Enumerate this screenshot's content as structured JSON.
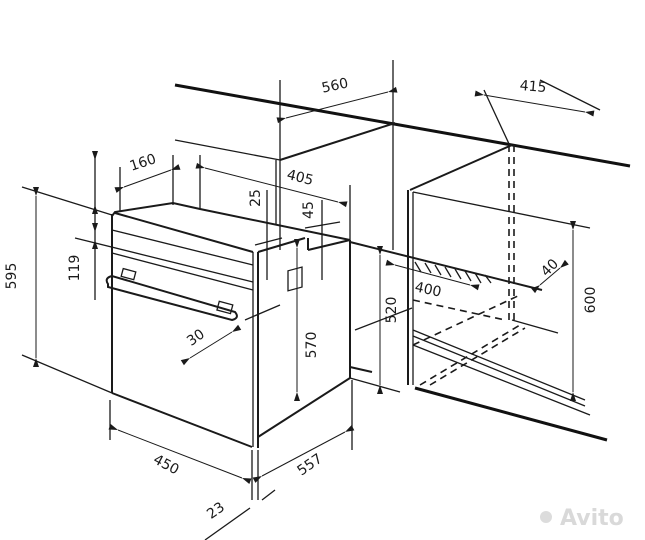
{
  "diagram": {
    "dimensions": {
      "niche_depth_top": "560",
      "right_depth": "415",
      "vent_depth": "160",
      "vent_width": "405",
      "top_gap": "25",
      "side_gap": "45",
      "total_height": "595",
      "panel_height": "119",
      "handle_offset": "30",
      "body_height": "570",
      "niche_height": "520",
      "cutout_width": "400",
      "cutout_depth": "40",
      "cabinet_height": "600",
      "width": "450",
      "depth": "557",
      "front_thickness": "23"
    },
    "watermark": "Avito"
  }
}
